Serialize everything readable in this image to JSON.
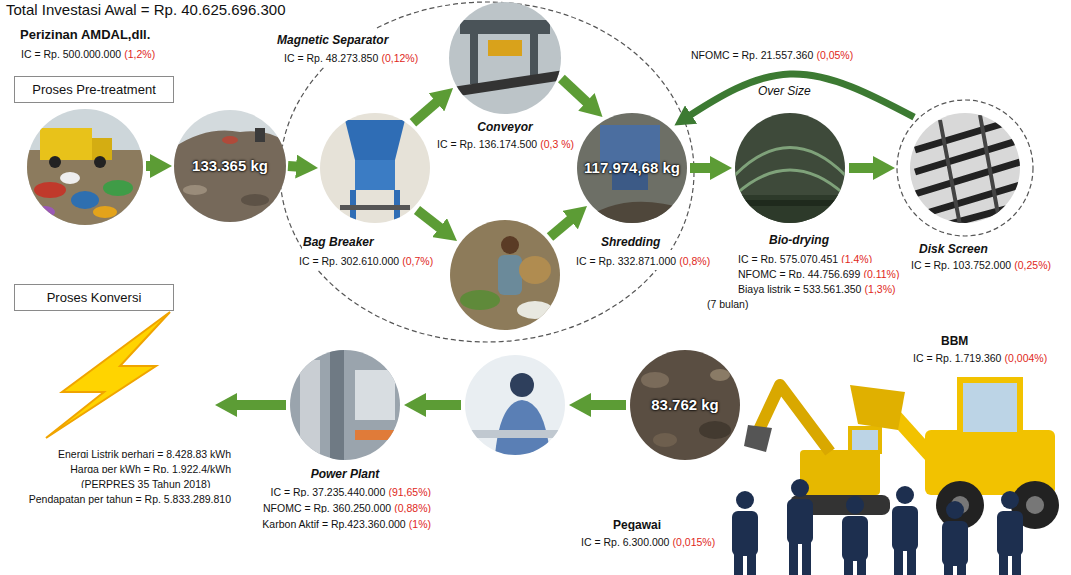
{
  "diagram": {
    "title": "Total Investasi Awal = Rp. 40.625.696.300",
    "nodes": [
      {
        "text": [
          "Proses Pre-treatment"
        ]
      },
      {
        "text": [
          "133.365 kg"
        ]
      },
      {
        "text": [
          "Magnetic Separator",
          "IC = Rp. 48.273.850",
          "(0,12%)",
          "Conveyor",
          "IC = Rp. 136.174.500",
          "(0,3 %)"
        ]
      },
      {
        "text": [
          "Bag Breaker",
          "IC = Rp. 302.610.000",
          "(0,7%)"
        ]
      },
      {
        "text": [
          "117.974,68 kg",
          "Shredding",
          "IC = Rp. 332.871.000",
          "(0,8%)"
        ]
      },
      {
        "text": [
          "Bio-drying",
          "IC = Rp. 575.070.451",
          "(1,4%)",
          "NFOMC = Rp. 44.756.699",
          "(0,11%)",
          "Biaya listrik = 533.561.350",
          "(1,3%)",
          "(7 bulan)"
        ]
      },
      {
        "text": [
          "Disk Screen",
          "IC = Rp. 103.752.000",
          "(0,25%)"
        ]
      },
      {
        "text": [
          "Proses Konversi"
        ]
      },
      {
        "text": [
          "Power Plant",
          "IC = Rp. 37.235.440.000",
          "(91,65%)",
          "NFOMC = Rp. 360.250.000",
          "(0,88%)",
          "Karbon Aktif = Rp.423.360.000",
          "(1%)"
        ]
      },
      {
        "text": [
          "83.762 kg"
        ]
      }
    ],
    "edges": [
      {
        "from": 1,
        "to": 3,
        "arrow": "to"
      },
      {
        "from": 3,
        "to": 2,
        "arrow": "to"
      },
      {
        "from": 2,
        "to": 4,
        "arrow": "to"
      },
      {
        "from": 4,
        "to": 5,
        "arrow": "to"
      },
      {
        "from": 5,
        "to": 6,
        "arrow": "to"
      },
      {
        "from": 6,
        "to": 4,
        "label": "Over Size",
        "arrow": "to"
      }
    ],
    "labels": [
      "Perizinan AMDAL,dll.",
      "IC = Rp. 500.000.000",
      "(1,2%)",
      "NFOMC = Rp. 21.557.360",
      "(0,05%)",
      "BBM",
      "IC = Rp. 1.719.360",
      "(0,004%)",
      "Pegawai",
      "IC = Rp. 6.300.000",
      "(0,015%)",
      "Energi Listrik perhari = 8.428,83 kWh",
      "Harga per kWh = Rp. 1.922,4/kWh",
      "(PERPRES 35 Tahun 2018)",
      "Pendapatan per tahun = Rp. 5.833.289.810"
    ]
  }
}
